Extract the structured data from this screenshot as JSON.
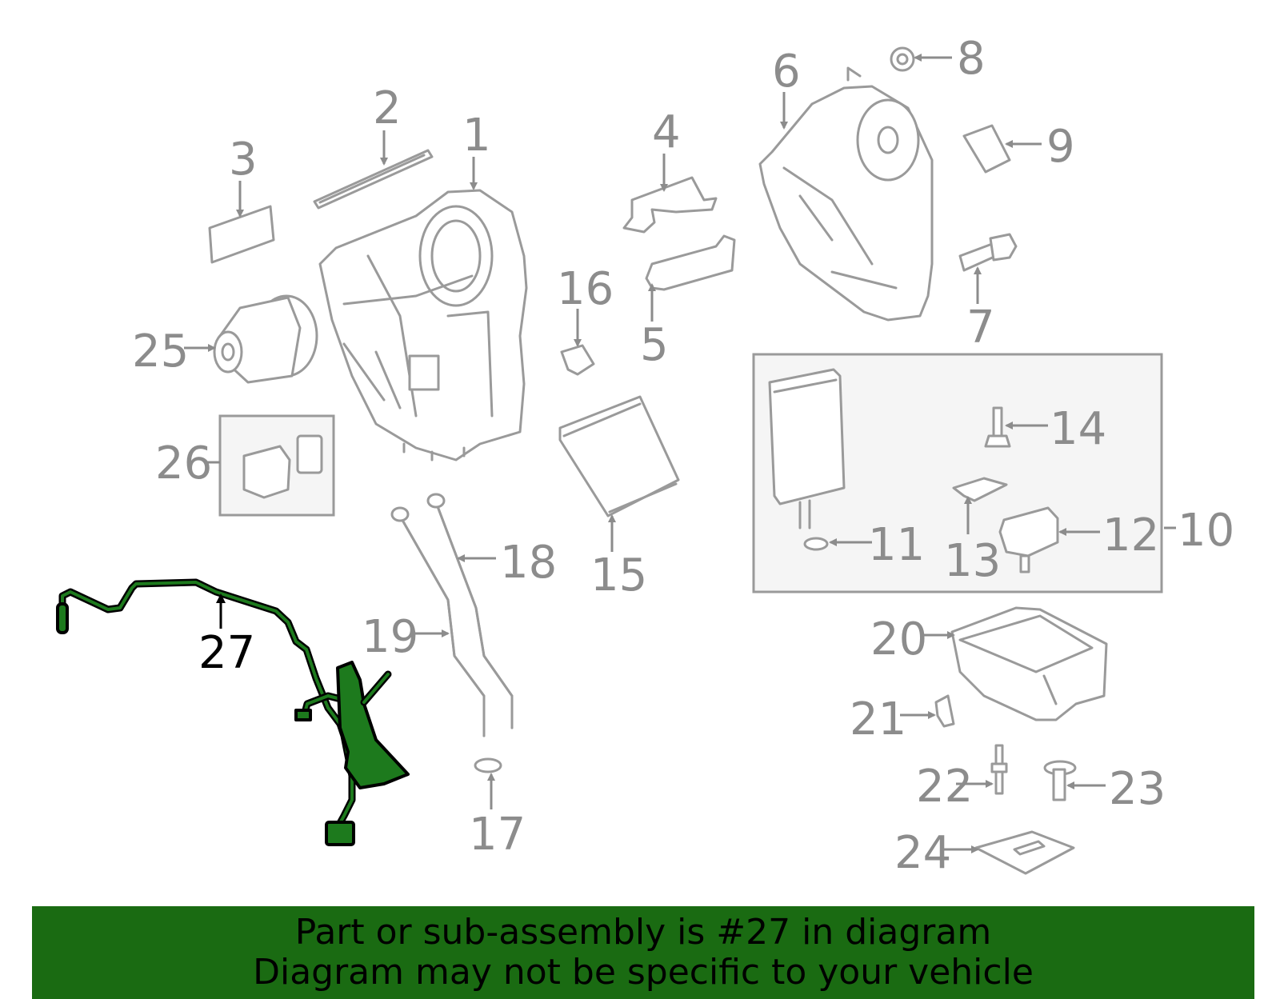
{
  "callouts": {
    "c1": "1",
    "c2": "2",
    "c3": "3",
    "c4": "4",
    "c5": "5",
    "c6": "6",
    "c7": "7",
    "c8": "8",
    "c9": "9",
    "c10": "10",
    "c11": "11",
    "c12": "12",
    "c13": "13",
    "c14": "14",
    "c15": "15",
    "c16": "16",
    "c17": "17",
    "c18": "18",
    "c19": "19",
    "c20": "20",
    "c21": "21",
    "c22": "22",
    "c23": "23",
    "c24": "24",
    "c25": "25",
    "c26": "26",
    "c27": "27"
  },
  "highlighted_part": "27",
  "banner": {
    "line1": "Part or sub-assembly is #27 in diagram",
    "line2": "Diagram may not be specific to your vehicle"
  },
  "colors": {
    "banner": "#1a6b12",
    "highlight": "#1d7a1d",
    "part_outline": "#9a9a9a",
    "callout_text": "#8c8c8c",
    "inset_box_fill": "#f5f5f5"
  },
  "icons": {
    "arrow": "arrow-icon"
  }
}
